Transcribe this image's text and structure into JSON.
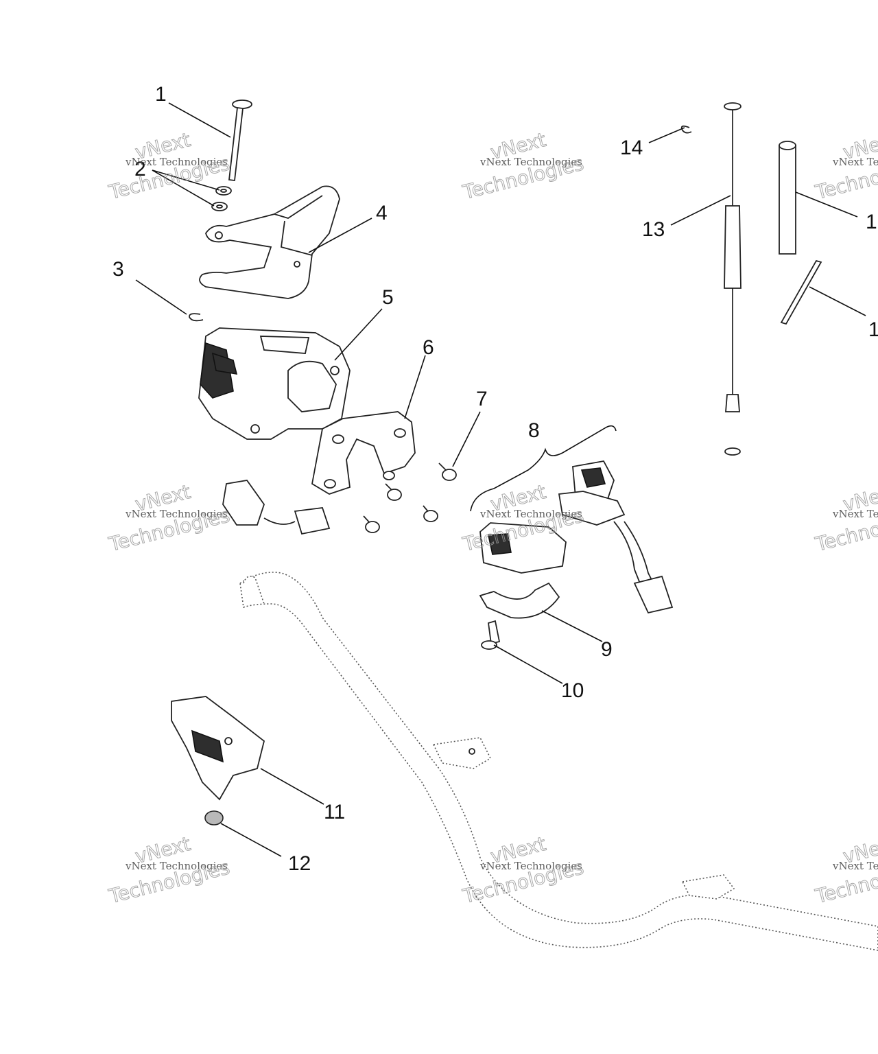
{
  "callouts": {
    "c1": "1",
    "c2": "2",
    "c3": "3",
    "c4": "4",
    "c5": "5",
    "c6": "6",
    "c7": "7",
    "c8": "8",
    "c9": "9",
    "c10": "10",
    "c11": "11",
    "c12": "12",
    "c13": "13",
    "c14": "14",
    "c15_partial": "1",
    "c16_partial": "1"
  },
  "watermark": {
    "company": "vNext Technologies",
    "brand": "vNext",
    "word": "Technologies"
  }
}
